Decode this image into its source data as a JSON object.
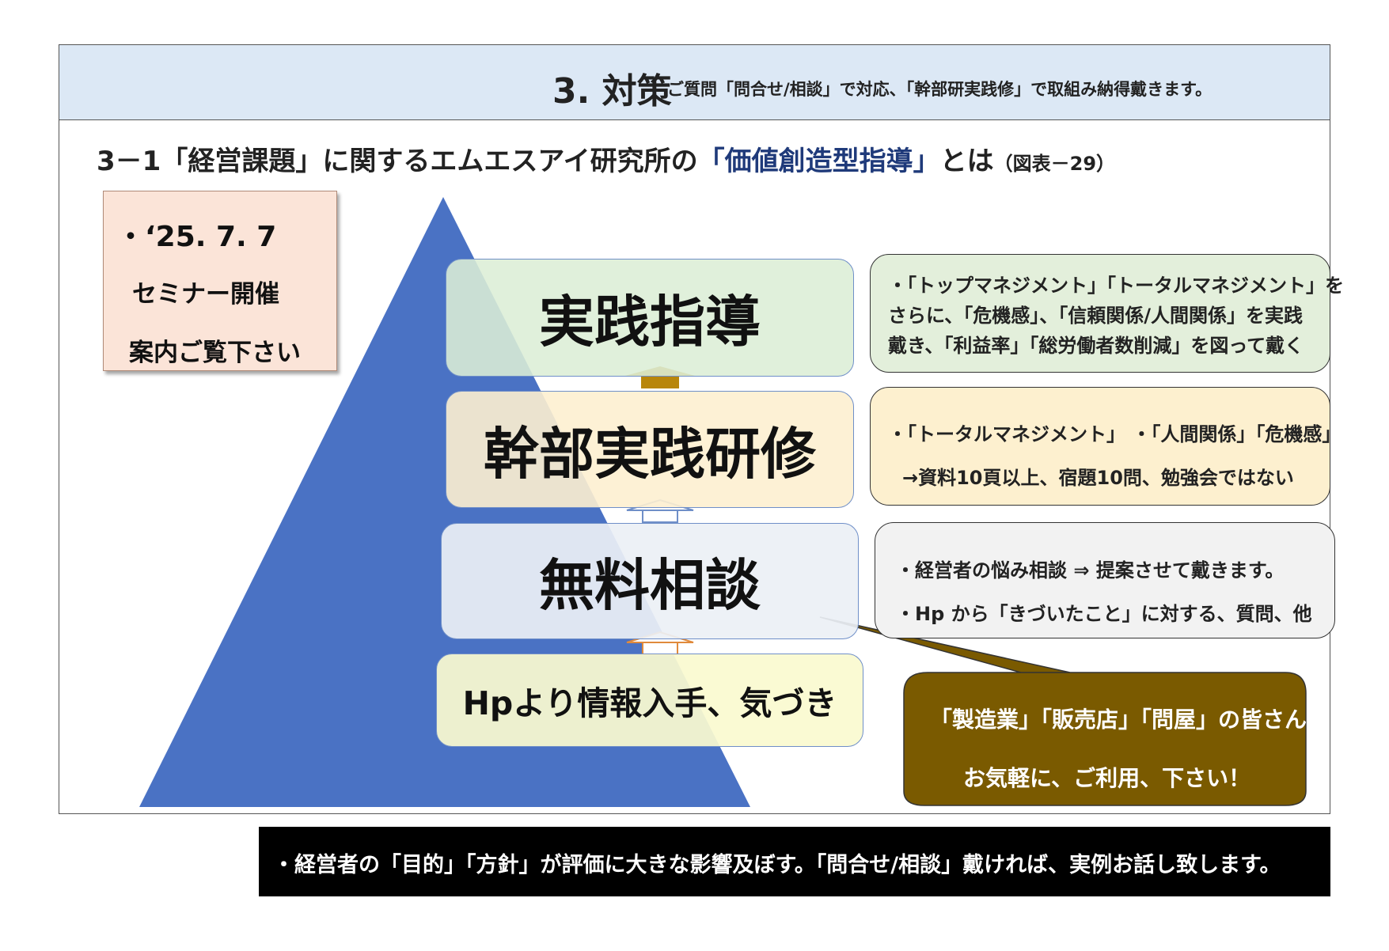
{
  "header": {
    "title": "3. 対策",
    "note": "ご質問「問合せ/相談」で対応、「幹部研実践修」で取組み納得戴きます。"
  },
  "subtitle": {
    "prefix": "3－1「経営課題」に関するエムエスアイ研究所の",
    "highlight": "「価値創造型指導」",
    "suffix": "とは",
    "figure_ref": "（図表－29）"
  },
  "seminar": {
    "date": "・‘25. 7. 7",
    "line2": "セミナー開催",
    "line3": "案内ご覧下さい"
  },
  "pyramid_levels": [
    {
      "label": "実践指導"
    },
    {
      "label": "幹部実践研修"
    },
    {
      "label": "無料相談"
    },
    {
      "label": "Hpより情報入手、気づき"
    }
  ],
  "notes": {
    "practice": [
      "・「トップマネジメント」「トータルマネジメント」を",
      "さらに、「危機感」、「信頼関係/人間関係」を実践",
      "戴き、「利益率」「総労働者数削減」を図って戴く"
    ],
    "training": [
      "・「トータルマネジメント」 ・「人間関係」「危機感」",
      "→資料10頁以上、宿題10問、勉強会ではない"
    ],
    "consult": [
      "・経営者の悩み相談 ⇒ 提案させて戴きます。",
      "・Hp から「きづいたこと」に対する、質問、他"
    ]
  },
  "callout": {
    "line1": "「製造業」「販売店」「問屋」の皆さん",
    "line2": "お気軽に、ご利用、下さい！"
  },
  "footer": {
    "text": "・経営者の「目的」「方針」が評価に大きな影響及ぼす。「問合せ/相談」戴ければ、実例お話し致します。"
  },
  "colors": {
    "header_bg": "#dce8f5",
    "pyramid": "#4a72c4",
    "callout_bg": "#7a5a00",
    "arrow_gold": "#b8860b",
    "highlight_text": "#1f3a7a"
  }
}
